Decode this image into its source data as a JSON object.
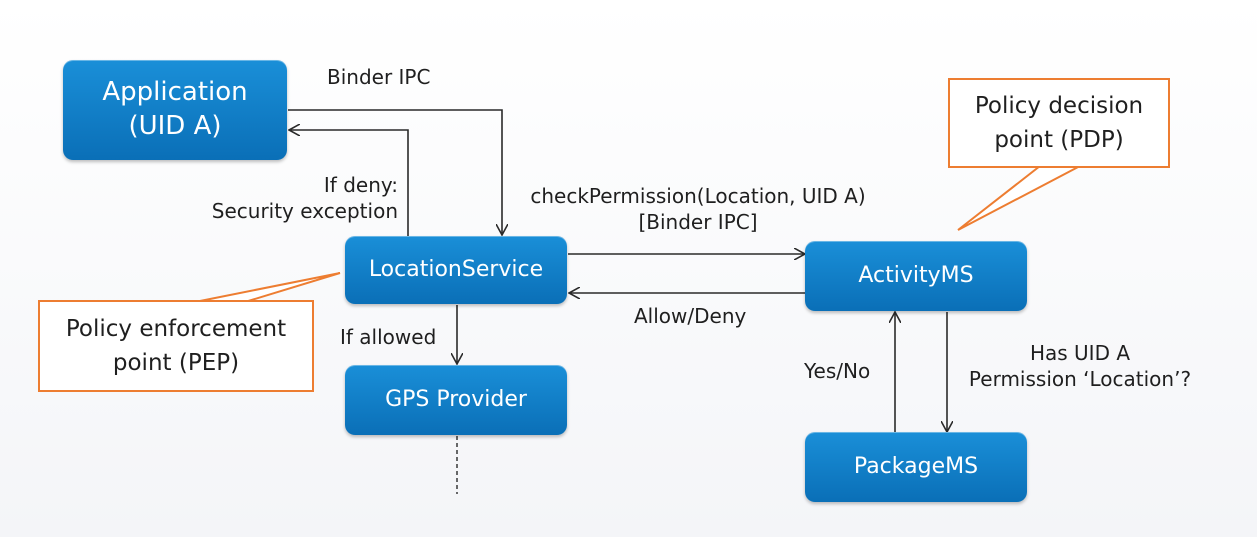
{
  "nodes": {
    "application": {
      "label": "Application\n(UID A)"
    },
    "location_service": {
      "label": "LocationService"
    },
    "gps_provider": {
      "label": "GPS Provider"
    },
    "activity_ms": {
      "label": "ActivityMS"
    },
    "package_ms": {
      "label": "PackageMS"
    }
  },
  "edge_labels": {
    "binder_ipc": "Binder IPC",
    "if_deny": "If deny:\nSecurity exception",
    "check_permission": "checkPermission(Location, UID A)\n[Binder IPC]",
    "allow_deny": "Allow/Deny",
    "if_allowed": "If allowed",
    "yes_no": "Yes/No",
    "has_permission": "Has UID A\nPermission ‘Location’?"
  },
  "callouts": {
    "pdp": "Policy decision\npoint (PDP)",
    "pep": "Policy enforcement\npoint (PEP)"
  },
  "colors": {
    "node_fill": "#0a6fb7",
    "callout_border": "#ed7d31",
    "line": "#2a2a2a"
  }
}
